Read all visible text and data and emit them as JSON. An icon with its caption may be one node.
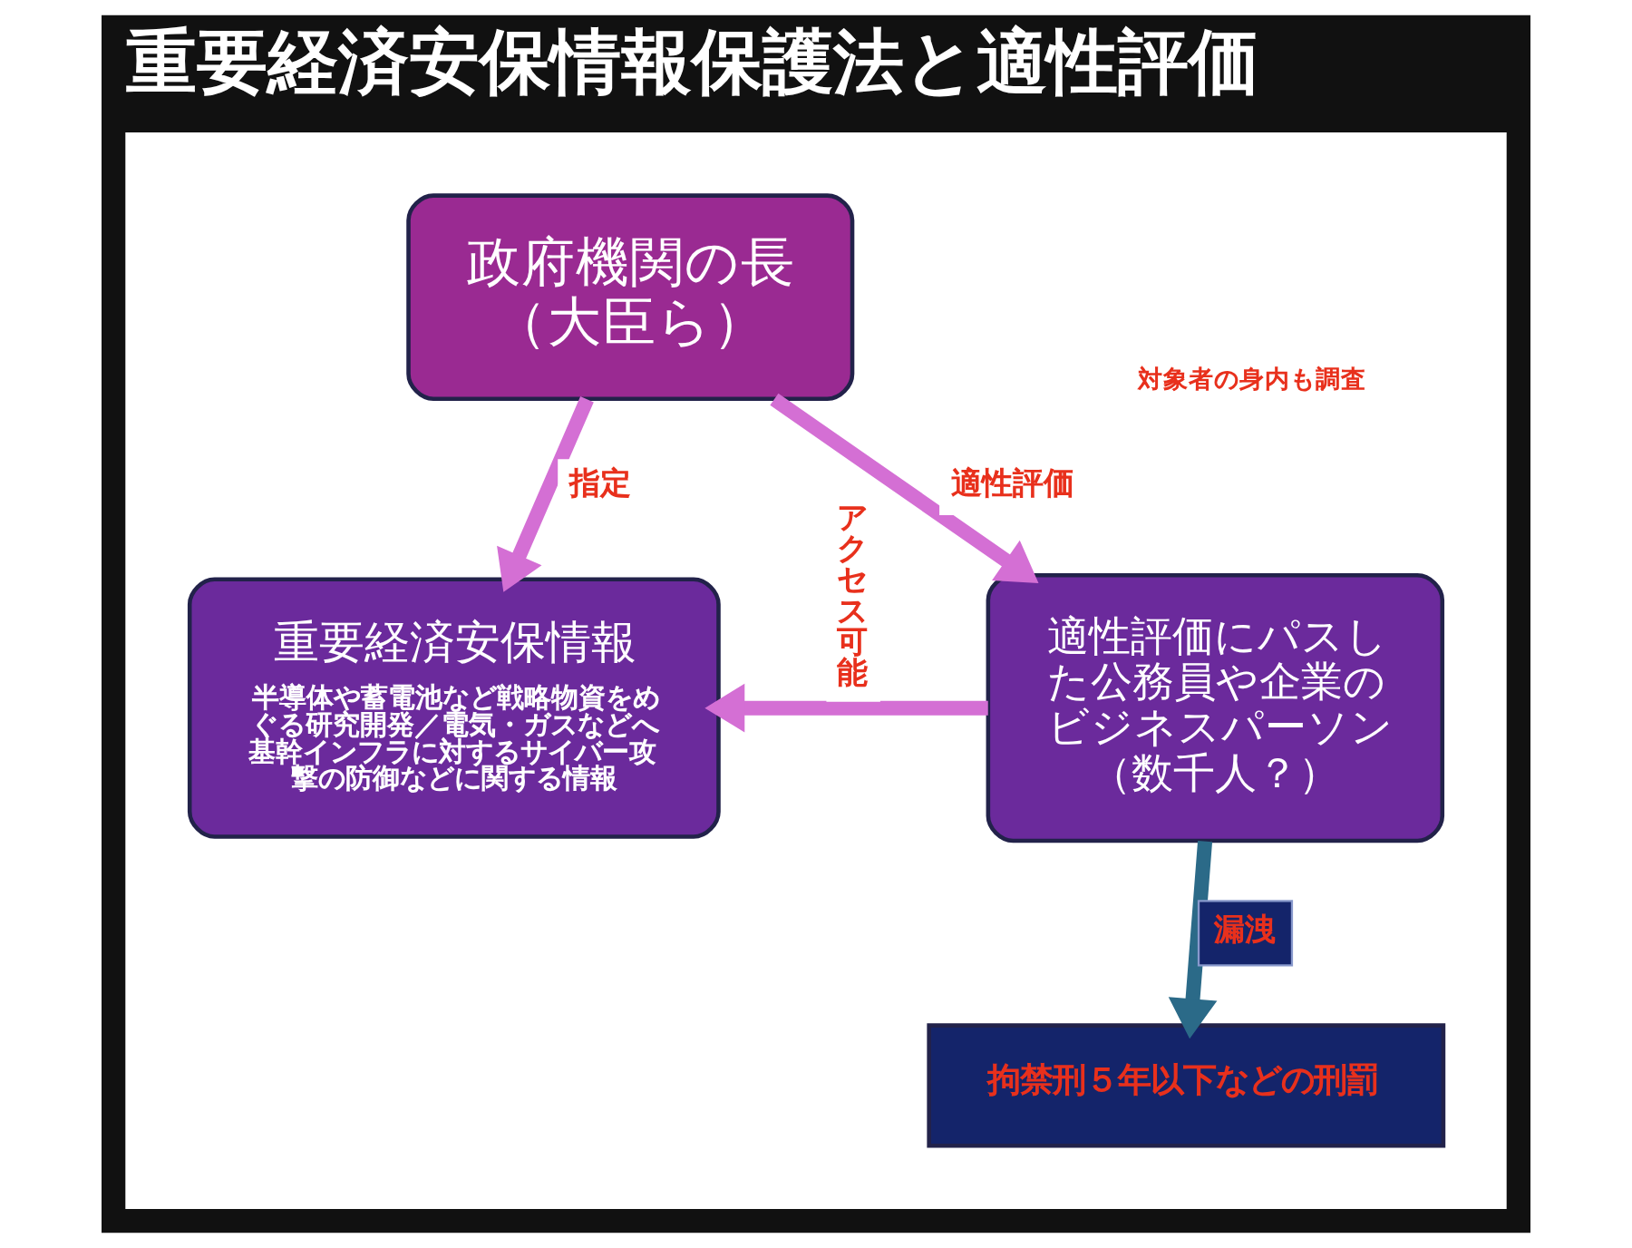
{
  "diagram": {
    "title": "重要経済安保情報保護法と適性評価",
    "nodes": [
      {
        "text": [],
        "shape": "box"
      },
      {
        "text": [
          "政府機関の長（大臣ら）"
        ],
        "in": 0
      },
      {
        "text": [
          "重要経済安保情報",
          "半導体や蓄電池など戦略物資をめぐる研究開発／電気・ガスなどへ基幹インフラに対するサイバー攻撃の防御などに関する情報"
        ],
        "in": 0
      },
      {
        "text": [
          "適性評価にパスした公務員や企業のビジネスパーソン（数千人？）"
        ],
        "in": 0
      },
      {
        "text": [
          "拘禁刑５年以下などの刑罰"
        ],
        "in": 0
      }
    ],
    "edges": [
      {
        "from": 1,
        "to": 2,
        "arrow": "to",
        "label": "指定"
      },
      {
        "from": 1,
        "to": 3,
        "arrow": "to",
        "label": "適性評価"
      },
      {
        "from": 3,
        "to": 2,
        "arrow": "to",
        "label": "アクセス可能"
      },
      {
        "from": 3,
        "to": 4,
        "arrow": "to",
        "label": "漏洩",
        "color": "#2b6a88"
      }
    ],
    "labels": [
      "対象者の身内も調査"
    ]
  }
}
